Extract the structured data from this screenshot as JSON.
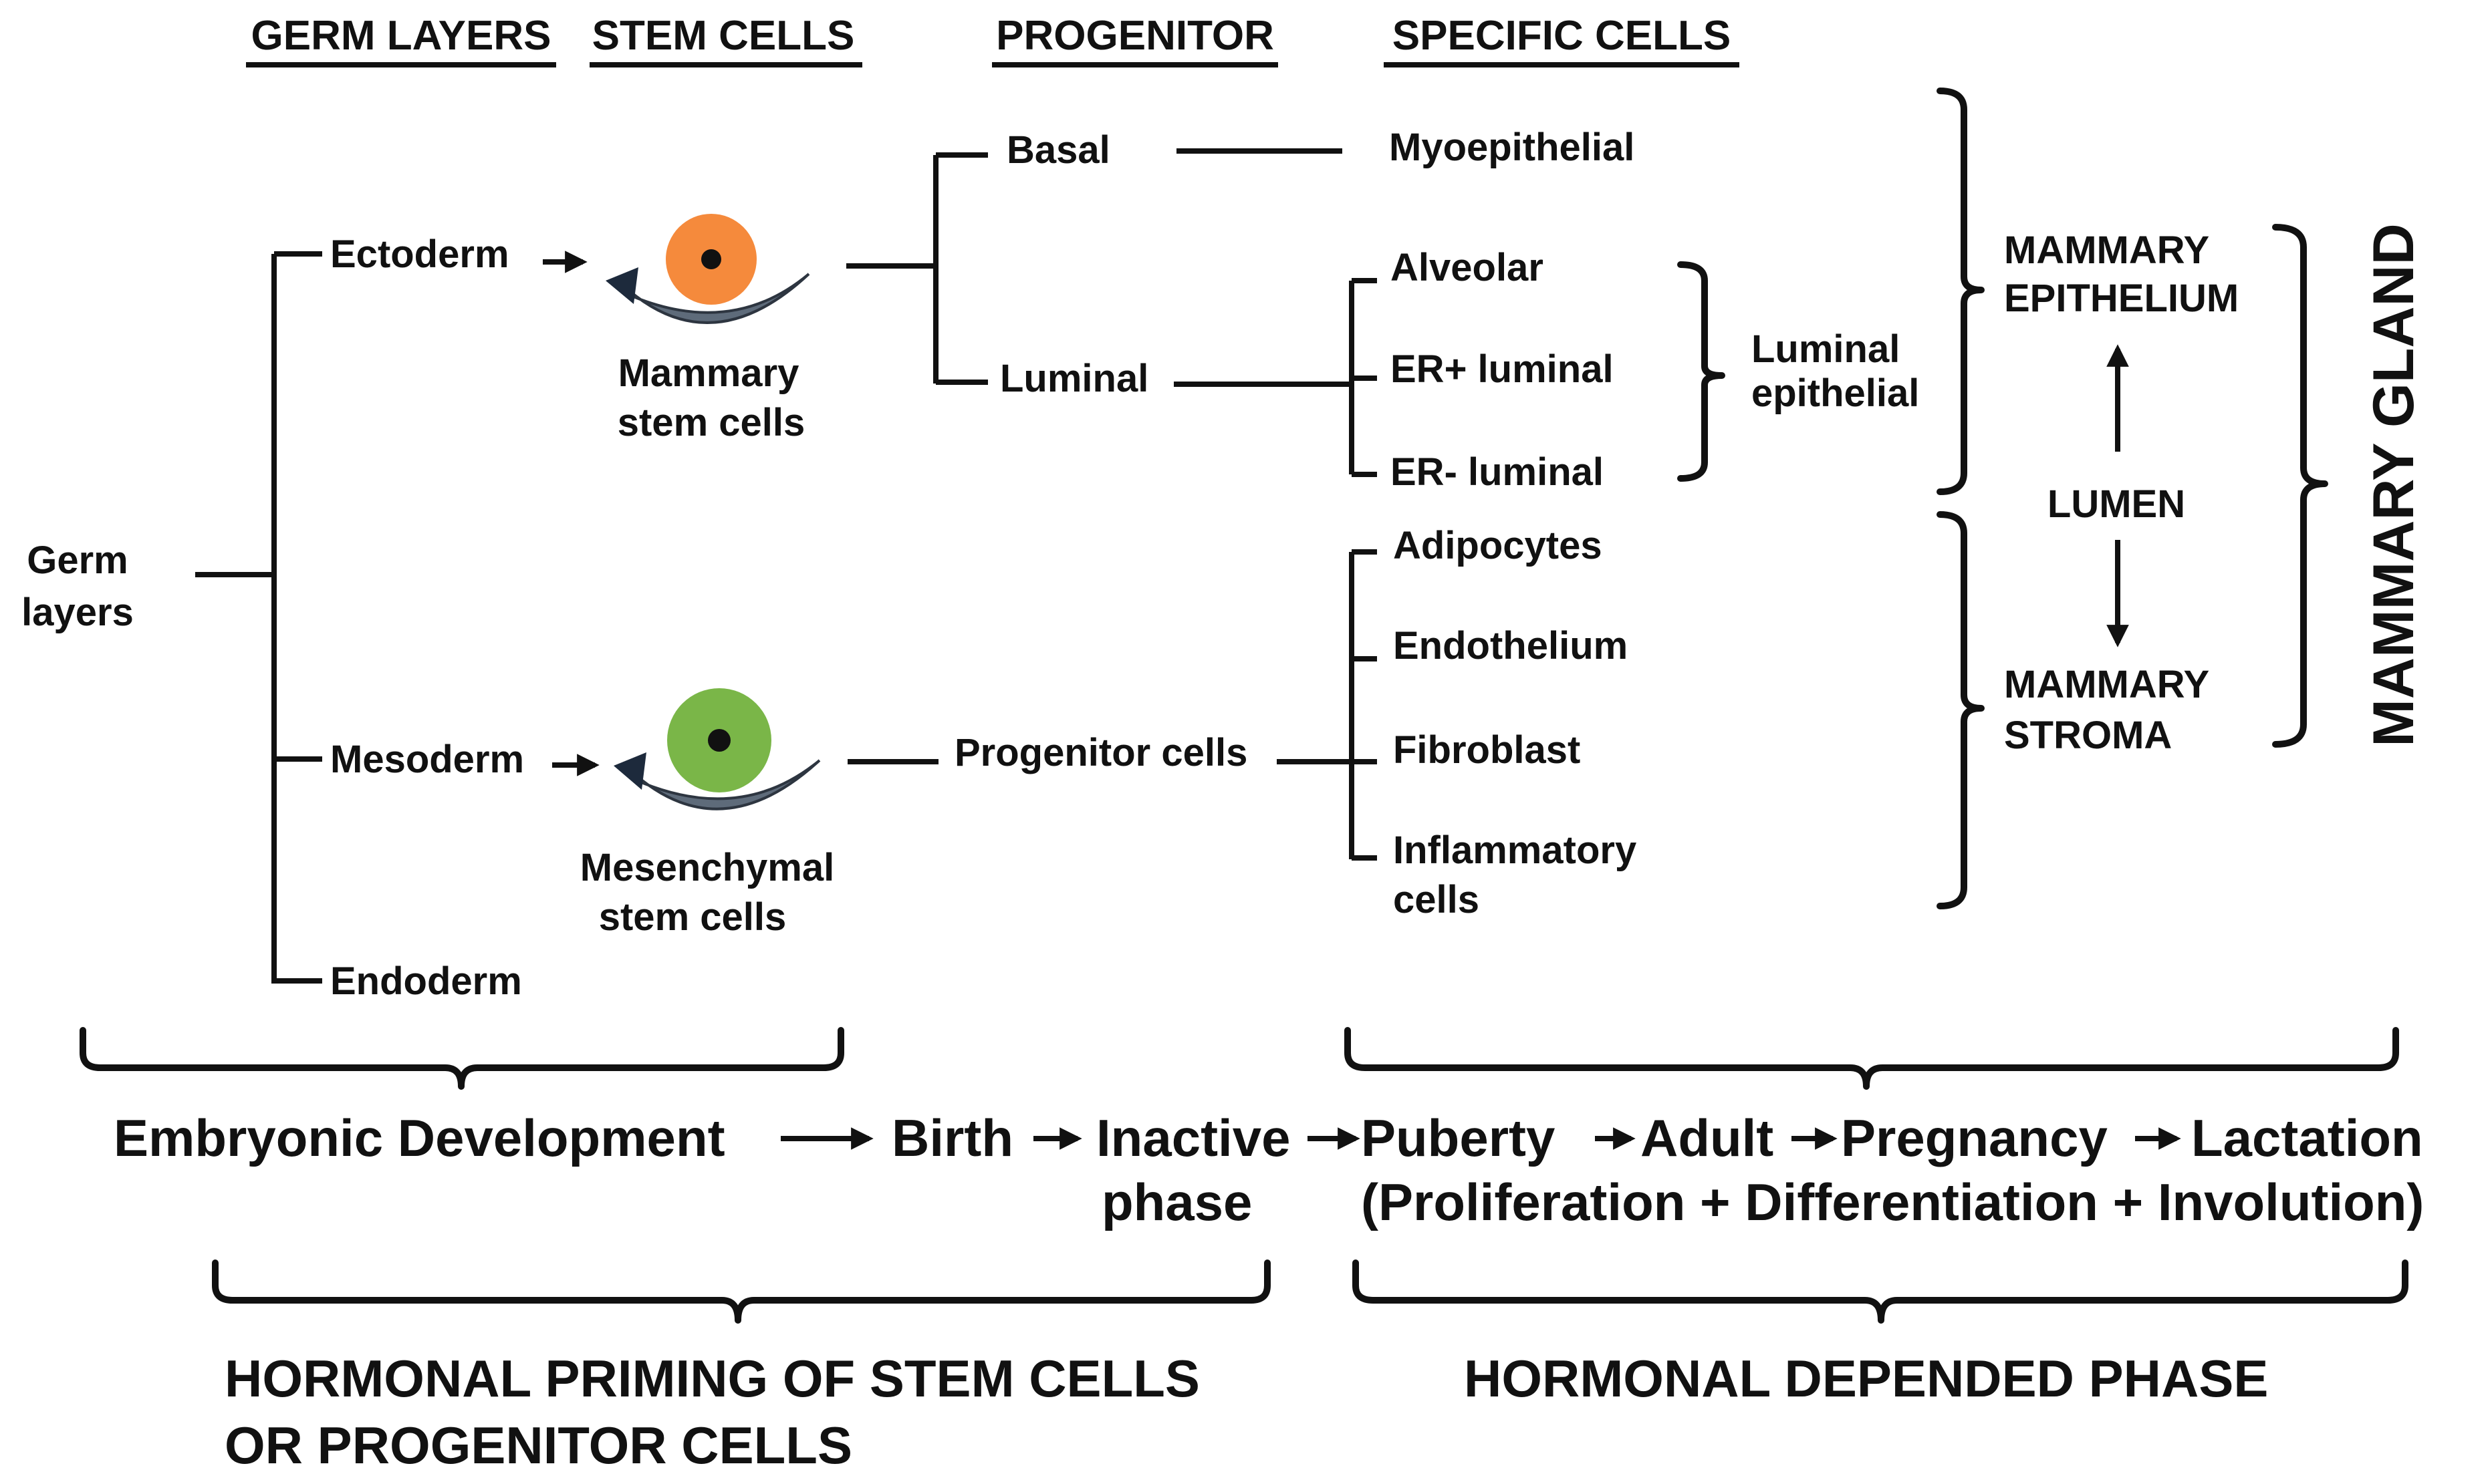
{
  "headers": {
    "germ_layers": "GERM LAYERS",
    "stem_cells": "STEM CELLS",
    "progenitor": "PROGENITOR",
    "specific_cells": "SPECIFIC CELLS"
  },
  "root": {
    "line1": "Germ",
    "line2": "layers"
  },
  "germ_layers": {
    "ectoderm": "Ectoderm",
    "mesoderm": "Mesoderm",
    "endoderm": "Endoderm"
  },
  "stem_cells": {
    "mammary": {
      "line1": "Mammary",
      "line2": "stem cells",
      "color": "#f58a3c"
    },
    "mesenchymal": {
      "line1": "Mesenchymal",
      "line2": "stem cells",
      "color": "#7ab648"
    }
  },
  "progenitors": {
    "basal": "Basal",
    "luminal": "Luminal",
    "progenitor_cells": "Progenitor cells"
  },
  "specific_cells": {
    "myoepithelial": "Myoepithelial",
    "alveolar": "Alveolar",
    "er_pos": "ER+ luminal",
    "er_neg": "ER- luminal",
    "adipocytes": "Adipocytes",
    "endothelium": "Endothelium",
    "fibroblast": "Fibroblast",
    "inflammatory_1": "Inflammatory",
    "inflammatory_2": "cells"
  },
  "luminal_epithelial": {
    "line1": "Luminal",
    "line2": "epithelial"
  },
  "mammary": {
    "epithelium_1": "MAMMARY",
    "epithelium_2": "EPITHELIUM",
    "lumen": "LUMEN",
    "stroma_1": "MAMMARY",
    "stroma_2": "STROMA",
    "gland": "MAMMARY GLAND"
  },
  "timeline": {
    "embryonic": "Embryonic Development",
    "birth": "Birth",
    "inactive_1": "Inactive",
    "inactive_2": "phase",
    "puberty": "Puberty",
    "adult": "Adult",
    "pregnancy": "Pregnancy",
    "lactation": "Lactation",
    "process": "(Proliferation + Differentiation + Involution)"
  },
  "phases": {
    "priming_1": "HORMONAL PRIMING OF STEM CELLS",
    "priming_2": "OR PROGENITOR CELLS",
    "dependent": "HORMONAL DEPENDED PHASE"
  }
}
